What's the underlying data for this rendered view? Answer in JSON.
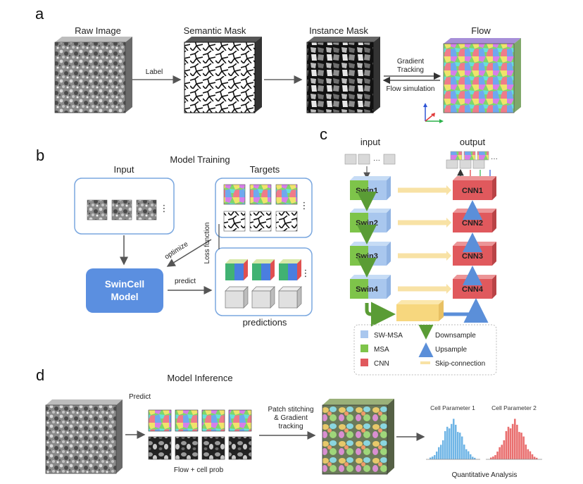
{
  "panel_a": {
    "letter": "a",
    "raw_image": "Raw Image",
    "semantic_mask": "Semantic Mask",
    "instance_mask": "Instance Mask",
    "flow": "Flow",
    "label_arrow": "Label",
    "gradient_tracking_line1": "Gradient",
    "gradient_tracking_line2": "Tracking",
    "flow_simulation": "Flow simulation"
  },
  "panel_b": {
    "letter": "b",
    "title": "Model Training",
    "input": "Input",
    "targets": "Targets",
    "optimize": "optimize",
    "loss_function": "Loss function",
    "model_line1": "SwinCell",
    "model_line2": "Model",
    "predict": "predict",
    "predictions": "predictions",
    "ellipsis": "⋮"
  },
  "panel_c": {
    "letter": "c",
    "input": "input",
    "output": "output",
    "ellipsis": "···",
    "swin_blocks": [
      "Swin1",
      "Swin2",
      "Swin3",
      "Swin4"
    ],
    "cnn_blocks": [
      "CNN1",
      "CNN2",
      "CNN3",
      "CNN4"
    ],
    "legend": {
      "sw_msa": "SW-MSA",
      "msa": "MSA",
      "cnn": "CNN",
      "downsample": "Downsample",
      "upsample": "Upsample",
      "skip": "Skip-connection"
    },
    "colors": {
      "swin_green": "#7ec44a",
      "swin_blue": "#a9c7ee",
      "cnn_red": "#e0595d",
      "bottleneck": "#f7d77e",
      "skip": "#f8e2a5",
      "down_arrow": "#5a9c35",
      "up_arrow": "#5b8fd9"
    }
  },
  "panel_d": {
    "letter": "d",
    "title": "Model Inference",
    "predict": "Predict",
    "flow_cell_prob": "Flow + cell prob",
    "stitch_line1": "Patch stitching",
    "stitch_line2": "& Gradient",
    "stitch_line3": "tracking",
    "cell_param_1": "Cell Parameter 1",
    "cell_param_2": "Cell Parameter 2",
    "quantitative": "Quantitative Analysis",
    "hist1_color": "#6fb5e6",
    "hist2_color": "#e96f6f"
  },
  "colors": {
    "model_box": "#5b8fe0",
    "panel_border": "#7aa7df"
  }
}
